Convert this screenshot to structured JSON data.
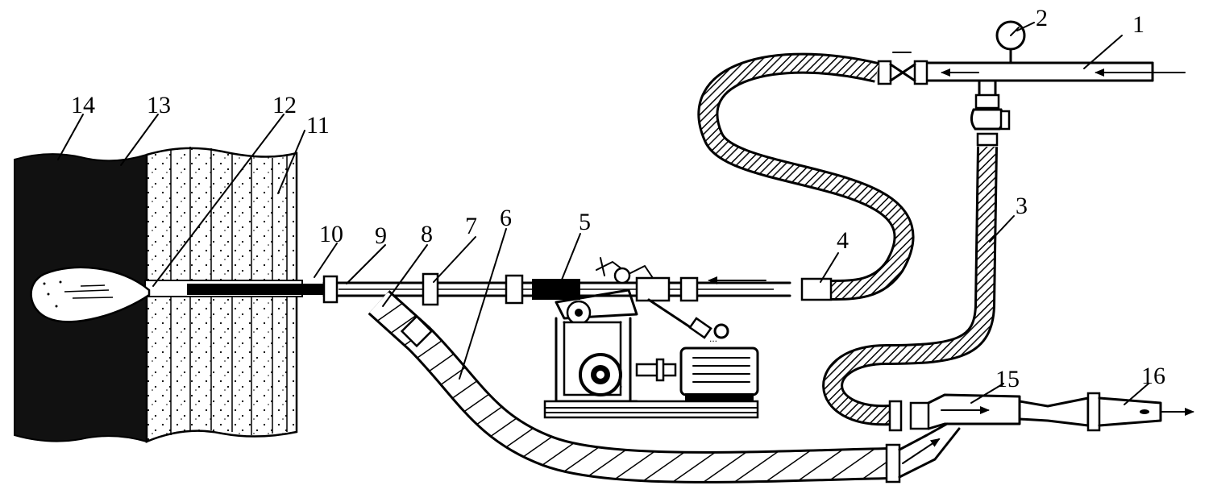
{
  "callouts": [
    {
      "id": "1",
      "text": "1"
    },
    {
      "id": "2",
      "text": "2"
    },
    {
      "id": "3",
      "text": "3"
    },
    {
      "id": "4",
      "text": "4"
    },
    {
      "id": "5",
      "text": "5"
    },
    {
      "id": "6",
      "text": "6"
    },
    {
      "id": "7",
      "text": "7"
    },
    {
      "id": "8",
      "text": "8"
    },
    {
      "id": "9",
      "text": "9"
    },
    {
      "id": "10",
      "text": "10"
    },
    {
      "id": "11",
      "text": "11"
    },
    {
      "id": "12",
      "text": "12"
    },
    {
      "id": "13",
      "text": "13"
    },
    {
      "id": "14",
      "text": "14"
    },
    {
      "id": "15",
      "text": "15"
    },
    {
      "id": "16",
      "text": "16"
    }
  ],
  "icons": [
    "pressure-gauge-icon",
    "flow-arrow-icon",
    "valve-icon",
    "motor-icon"
  ]
}
